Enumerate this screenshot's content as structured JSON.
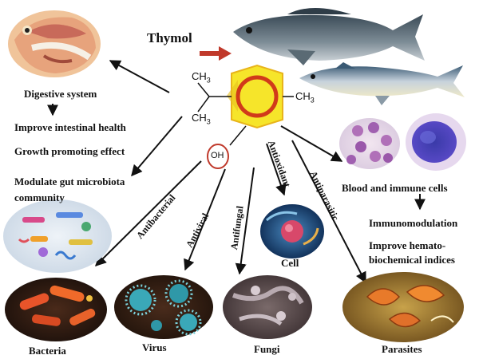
{
  "title": "Thymol",
  "molecule": {
    "methyl_top": "CH",
    "methyl_right": "CH",
    "methyl_bottom": "CH",
    "subscript": "3",
    "hydroxyl": "OH"
  },
  "left": {
    "digestive_system": "Digestive system",
    "improve_intestinal_health": "Improve intestinal health",
    "growth_promoting_effect": "Growth promoting effect",
    "modulate_gut_line1": "Modulate gut microbiota",
    "modulate_gut_line2": "community"
  },
  "right": {
    "blood_immune_cells": "Blood and immune cells",
    "immunomodulation": "Immunomodulation",
    "improve_indices_line1": "Improve hemato-",
    "improve_indices_line2": "biochemical indices"
  },
  "activities": {
    "antibacterial": "Antibacterial",
    "antiviral": "Antiviral",
    "antifungal": "Antifungal",
    "antioxidant": "Antioxidant",
    "antiparasitic": "Antiparasitic"
  },
  "targets": {
    "bacteria": "Bacteria",
    "virus": "Virus",
    "fungi": "Fungi",
    "cell": "Cell",
    "parasites": "Parasites"
  }
}
